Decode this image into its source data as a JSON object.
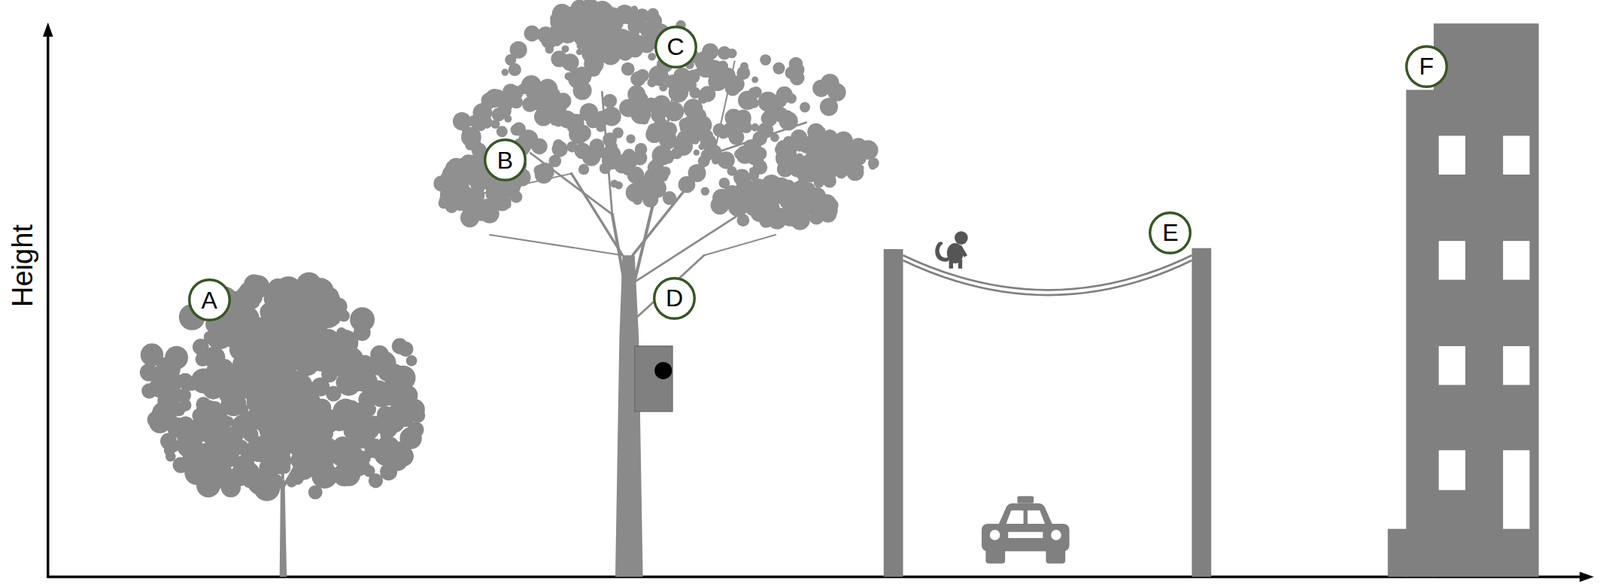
{
  "diagram": {
    "nodes": [
      {
        "text": [
          "A"
        ]
      },
      {
        "text": [
          "B"
        ]
      },
      {
        "text": [
          "C"
        ]
      },
      {
        "text": [
          "D"
        ]
      },
      {
        "text": [
          "E"
        ]
      },
      {
        "text": [
          "F"
        ]
      }
    ],
    "labels": [
      "Height"
    ]
  }
}
